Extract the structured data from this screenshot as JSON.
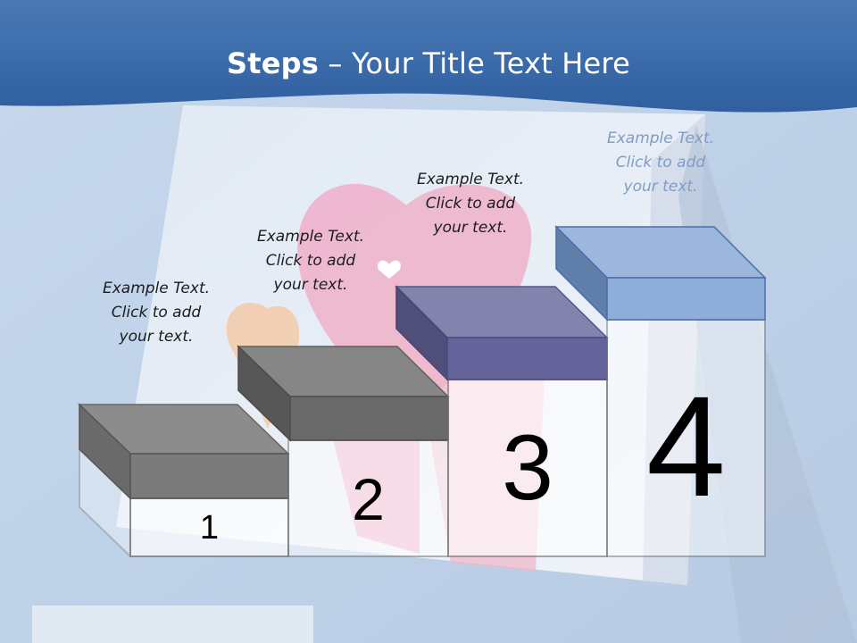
{
  "title": {
    "bold": "Steps",
    "rest": " – Your Title Text Here"
  },
  "steps": [
    {
      "number": "1",
      "line1": "Example Text.",
      "line2": "Click  to add",
      "line3": "your text."
    },
    {
      "number": "2",
      "line1": "Example Text.",
      "line2": "Click  to add",
      "line3": "your text."
    },
    {
      "number": "3",
      "line1": "Example Text.",
      "line2": "Click  to add",
      "line3": "your text."
    },
    {
      "number": "4",
      "line1": "Example Text.",
      "line2": "Click  to add",
      "line3": "your text."
    }
  ],
  "colors": {
    "header_blue": "#3f6fae",
    "step_gray": "#7d7d7d",
    "step_purple": "#6a6aa0",
    "step_blue": "#8eadd8"
  }
}
